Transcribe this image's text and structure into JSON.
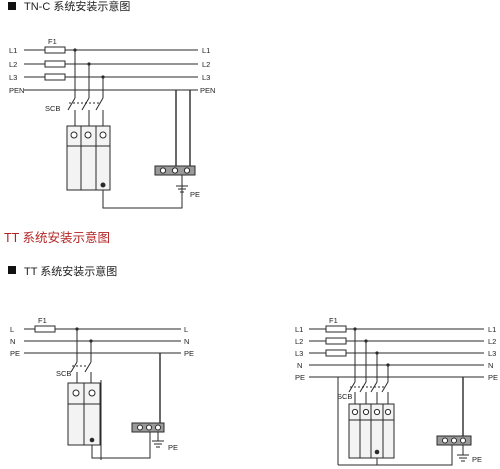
{
  "sections": {
    "tnc_title": "TN-C 系统安装示意图",
    "tt_red_title": "TT 系统安装示意图",
    "tt_title": "TT 系统安装示意图"
  },
  "labels": {
    "fuse": "F1",
    "L1": "L1",
    "L2": "L2",
    "L3": "L3",
    "L": "L",
    "N": "N",
    "PE": "PE",
    "PEN": "PEN",
    "scb": "SCB"
  },
  "colors": {
    "line": "#2a2a2a",
    "accent_red": "#b32424",
    "spd_body": "#f3f3f3",
    "earth_bar": "#9a9a9a"
  }
}
